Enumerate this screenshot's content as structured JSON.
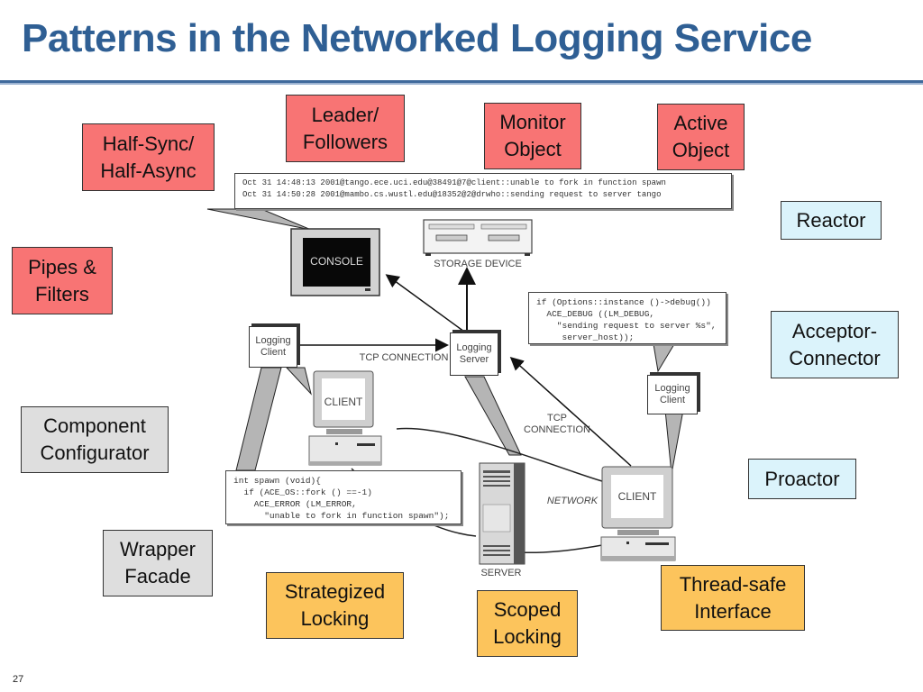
{
  "slide": {
    "title": "Patterns in the Networked Logging Service",
    "page_number": "27"
  },
  "patterns": {
    "half_sync": "Half-Sync/\nHalf-Async",
    "leader_followers": "Leader/\nFollowers",
    "monitor_object": "Monitor\nObject",
    "active_object": "Active\nObject",
    "reactor": "Reactor",
    "pipes_filters": "Pipes &\nFilters",
    "acceptor_connector": "Acceptor-\nConnector",
    "component_configurator": "Component\nConfigurator",
    "proactor": "Proactor",
    "wrapper_facade": "Wrapper\nFacade",
    "strategized_locking": "Strategized\nLocking",
    "scoped_locking": "Scoped\nLocking",
    "thread_safe_interface": "Thread-safe\nInterface"
  },
  "colors": {
    "title": "#2f5f94",
    "red_patterns": "#f87474",
    "blue_patterns": "#dbf3fb",
    "grey_patterns": "#dedede",
    "orange_patterns": "#fcc45c"
  },
  "diagram": {
    "log_output": "Oct 31 14:48:13 2001@tango.ece.uci.edu@38491@7@client::unable to fork in function spawn\nOct 31 14:50:28 2001@mambo.cs.wustl.edu@18352@2@drwho::sending request to server tango",
    "client_code_right": "if (Options::instance ()->debug())\n  ACE_DEBUG ((LM_DEBUG,\n    \"sending request to server %s\",\n     server_host));",
    "client_code_left": "int spawn (void){\n  if (ACE_OS::fork () ==-1)\n    ACE_ERROR (LM_ERROR,\n      \"unable to fork in function spawn\");",
    "console_label": "CONSOLE",
    "storage_label": "STORAGE DEVICE",
    "logging_client": "Logging\nClient",
    "logging_server": "Logging\nServer",
    "tcp_connection_1": "TCP CONNECTION",
    "tcp_connection_2": "TCP\nCONNECTION",
    "client_label": "CLIENT",
    "network_label": "NETWORK",
    "server_label": "SERVER"
  }
}
